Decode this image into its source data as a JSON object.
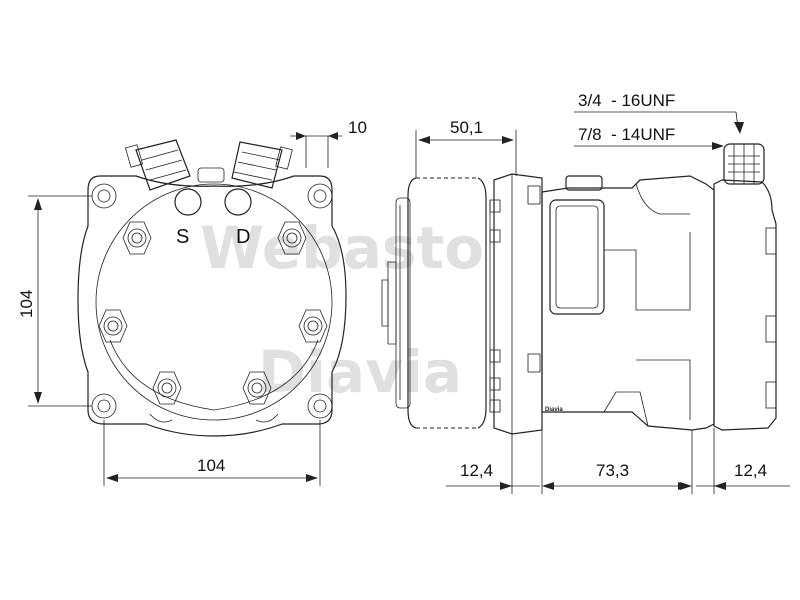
{
  "watermark": {
    "line1": "Webasto",
    "line2": "Diavia"
  },
  "front_view": {
    "port_suction": "S",
    "port_discharge": "D",
    "dim_height": "104",
    "dim_width": "104",
    "dim_fitting_offset": "10"
  },
  "side_view": {
    "dim_clutch_width": "50,1",
    "dim_front_flange": "12,4",
    "dim_body_length": "73,3",
    "dim_rear_head": "12,4",
    "thread_spec_1": "3/4  - 16UNF",
    "thread_spec_2": "7/8  - 14UNF",
    "body_brand": "Diavia"
  }
}
